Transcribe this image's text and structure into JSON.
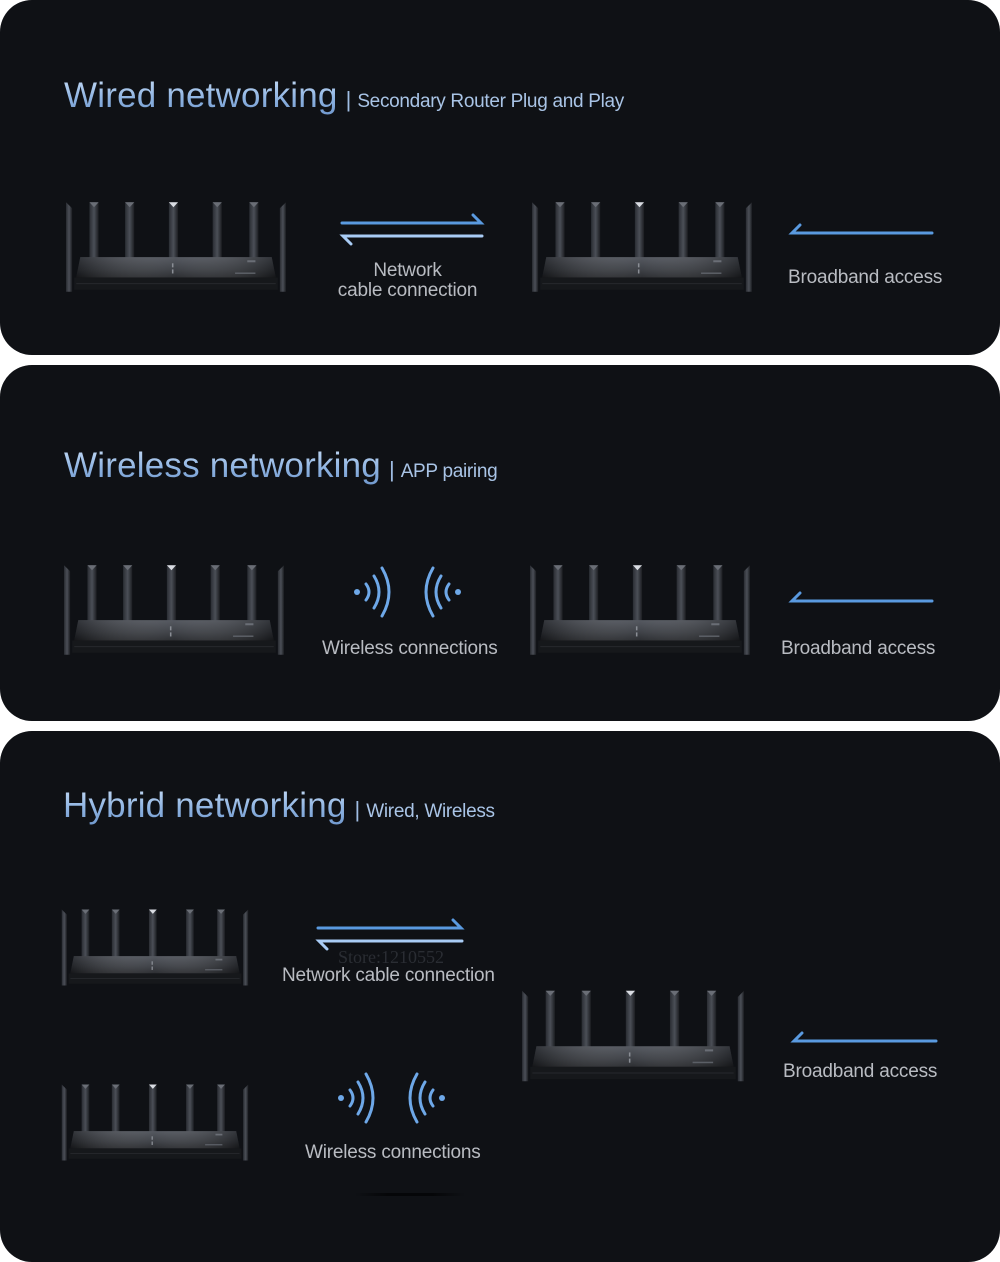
{
  "colors": {
    "card_bg": "#0f1115",
    "page_bg": "#ffffff",
    "heading_gradient_top": "#c7dcf5",
    "heading_gradient_bottom": "#6f97cc",
    "arrow_primary": "#5a9ae0",
    "arrow_secondary": "#a9ccf5",
    "label_text": "#b9bcc2"
  },
  "sections": [
    {
      "id": "wired",
      "title": "Wired networking",
      "separator": "|",
      "subtitle": "Secondary Router Plug and Play",
      "connection_label": "Network",
      "connection_label_line2": "cable connection",
      "connection_icon": "bidirectional-arrow-icon",
      "access_label": "Broadband access",
      "access_icon": "left-arrow-icon"
    },
    {
      "id": "wireless",
      "title": "Wireless networking",
      "separator": "|",
      "subtitle": "APP pairing",
      "connection_label": "Wireless connections",
      "connection_icon": "wifi-signal-icon",
      "access_label": "Broadband access",
      "access_icon": "left-arrow-icon"
    },
    {
      "id": "hybrid",
      "title": "Hybrid networking",
      "separator": "|",
      "subtitle": "Wired, Wireless",
      "wired_label": "Network cable connection",
      "wired_icon": "bidirectional-arrow-icon",
      "wireless_label": "Wireless connections",
      "wireless_icon": "wifi-signal-icon",
      "access_label": "Broadband access",
      "access_icon": "left-arrow-icon",
      "watermark": "Store:1210552"
    }
  ]
}
